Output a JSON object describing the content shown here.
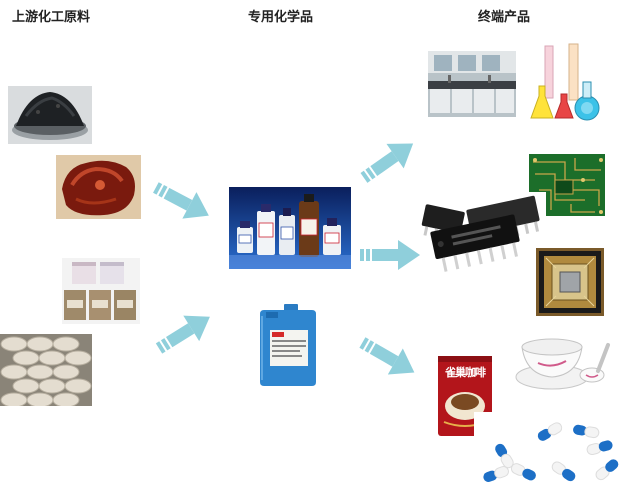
{
  "columns": {
    "raw": "上游化工原料",
    "special": "专用化学品",
    "end": "终端产品"
  },
  "products": {
    "coffee_brand": "雀巢咖啡"
  },
  "colors": {
    "arrow": "#8fcfdb",
    "arrow_dark": "#6fbccb"
  }
}
